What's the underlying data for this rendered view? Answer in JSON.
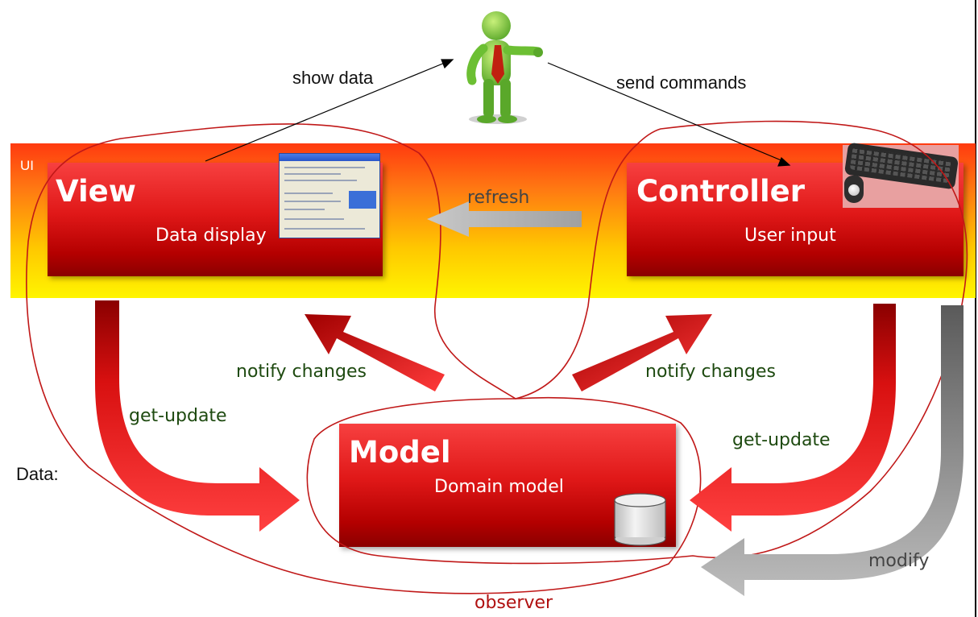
{
  "ui_label": "UI",
  "data_label": "Data:",
  "view": {
    "title": "View",
    "subtitle": "Data display"
  },
  "controller": {
    "title": "Controller",
    "subtitle": "User input"
  },
  "model": {
    "title": "Model",
    "subtitle": "Domain model"
  },
  "arrows": {
    "show_data": "show data",
    "send_commands": "send commands",
    "refresh": "refresh",
    "notify_changes_left": "notify changes",
    "notify_changes_right": "notify changes",
    "get_update_left": "get-update",
    "get_update_right": "get-update",
    "modify": "modify",
    "observer": "observer"
  },
  "icons": {
    "user": "user-figure-icon",
    "screenshot": "app-window-icon",
    "keyboard": "keyboard-mouse-icon",
    "database": "database-icon"
  },
  "colors": {
    "box_red": "#d81010",
    "arrow_red": "#e82020",
    "arrow_gray": "#9a9a9a",
    "outline_red": "#c01818",
    "label_green": "#1e4a10"
  }
}
